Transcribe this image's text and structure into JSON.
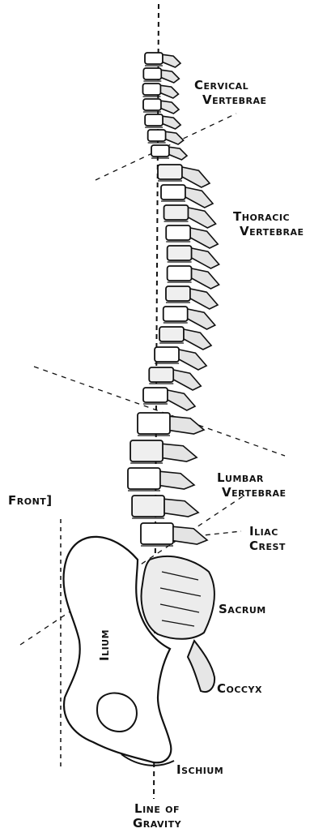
{
  "labels": {
    "cervical": [
      "Cervical",
      "Vertebrae"
    ],
    "thoracic": [
      "Thoracic",
      "Vertebrae"
    ],
    "front": "Front]",
    "lumbar": [
      "Lumbar",
      "Vertebrae"
    ],
    "iliac": [
      "Iliac",
      "Crest"
    ],
    "sacrum": "Sacrum",
    "ilium": "Ilium",
    "coccyx": "Coccyx",
    "ischium": "Ischium",
    "gravity": [
      "Line of",
      "Gravity"
    ]
  },
  "colors": {
    "ink": "#111111",
    "bone_shade": "#d9d9d9",
    "background": "#ffffff"
  }
}
